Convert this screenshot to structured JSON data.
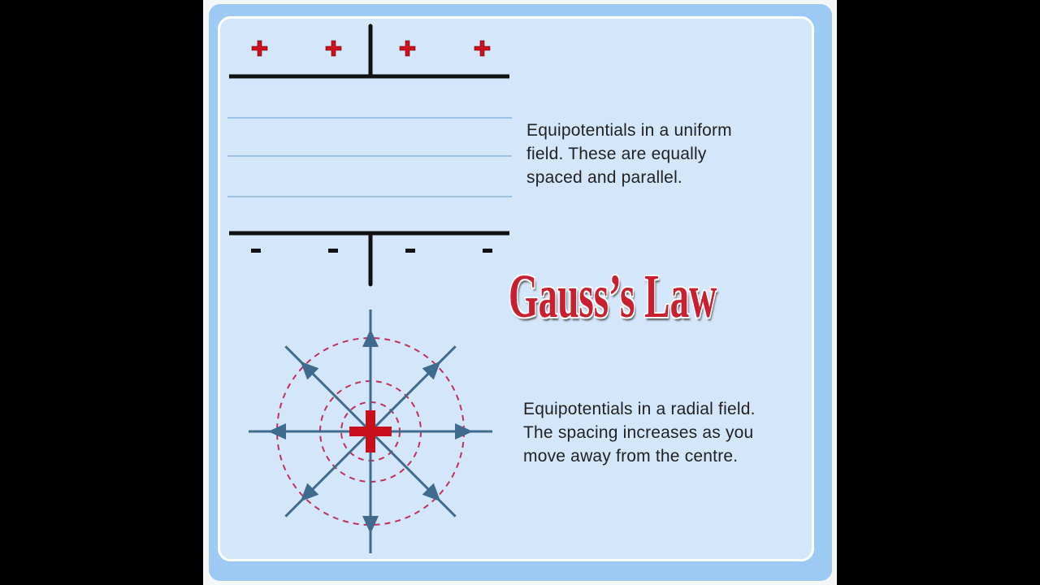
{
  "title": "Gauss’s Law",
  "uniform_field": {
    "caption": [
      "Equipotentials in a uniform",
      "field. These are equally",
      "spaced and parallel."
    ],
    "top_plate_charge": "+",
    "bottom_plate_charge": "-"
  },
  "radial_field": {
    "caption": [
      "Equipotentials in a radial field.",
      "The  spacing increases as you",
      "move away from the centre."
    ],
    "center_charge": "+"
  },
  "colors": {
    "panel": "#d4e6fa",
    "frame": "#9ccaf5",
    "title": "#c8202e",
    "field_line": "#3f6b8f",
    "equipotential_radial": "#c0305a",
    "equipotential_uniform": "#9cc2e8",
    "charge_plus": "#d0101c"
  }
}
